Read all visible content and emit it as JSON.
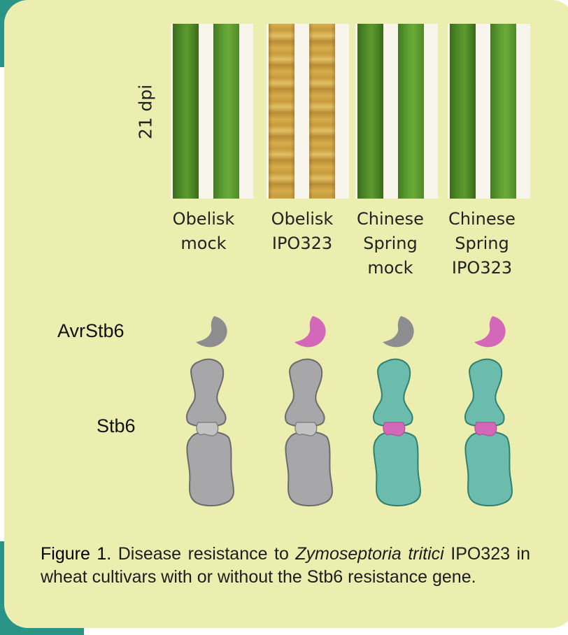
{
  "time_label": "21 dpi",
  "conditions": [
    {
      "lines": [
        "Obelisk",
        "mock"
      ],
      "leaf": "healthy",
      "avr_color": "#8d8d8f",
      "stb6_color": "#a7a7a9",
      "joint_color": "#c2c2c3"
    },
    {
      "lines": [
        "Obelisk",
        "IPO323"
      ],
      "leaf": "diseased",
      "avr_color": "#d468b8",
      "stb6_color": "#a7a7a9",
      "joint_color": "#c2c2c3"
    },
    {
      "lines": [
        "Chinese",
        "Spring",
        "mock"
      ],
      "leaf": "healthy",
      "avr_color": "#8d8d8f",
      "stb6_color": "#6bbcad",
      "joint_color": "#d468b8"
    },
    {
      "lines": [
        "Chinese",
        "Spring",
        "IPO323"
      ],
      "leaf": "healthy",
      "avr_color": "#d468b8",
      "stb6_color": "#6bbcad",
      "joint_color": "#d468b8"
    }
  ],
  "row_labels": {
    "avr": "AvrStb6",
    "stb6": "Stb6"
  },
  "caption": {
    "figure_label": "Figure 1.",
    "text_before": " Disease resistance to ",
    "species": "Zymoseptoria tritici",
    "text_after": " IPO323 in wheat cultivars with or without the Stb6 resistance gene."
  },
  "colors": {
    "panel_background": "#eceeb0",
    "frame_teal": "#2a9486",
    "susceptible_grey": "#a7a7a9",
    "resistant_teal": "#6bbcad",
    "effector_magenta": "#d468b8"
  }
}
